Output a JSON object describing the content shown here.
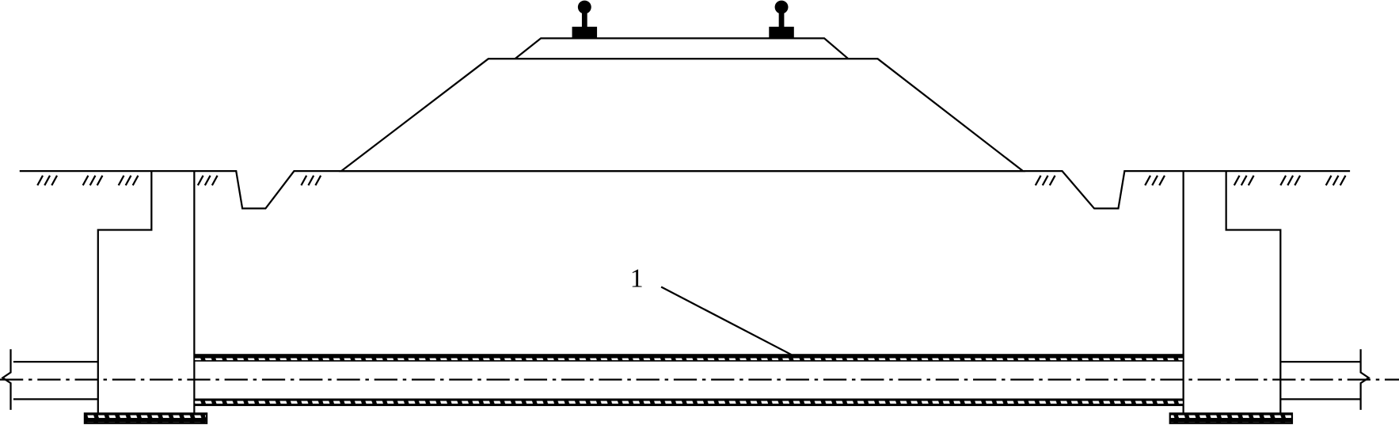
{
  "diagram": {
    "type": "cross-section",
    "callouts": [
      {
        "id": "pipe-callout",
        "text": "1"
      }
    ],
    "colors": {
      "line": "#000000",
      "background": "#ffffff"
    }
  }
}
